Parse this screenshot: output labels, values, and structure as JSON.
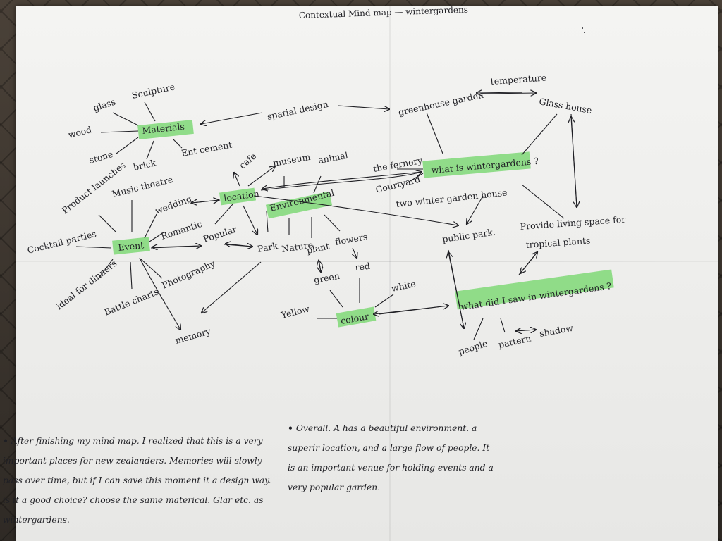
{
  "title": "Contextual Mind map — wintergardens",
  "nodes": {
    "materials": "Materials",
    "glass": "glass",
    "sculpture": "Sculpture",
    "wood": "wood",
    "stone": "stone",
    "brick": "brick",
    "cement": "Ent cement",
    "spatial_design": "spatial design",
    "greenhouse_garden": "greenhouse garden",
    "temperature": "temperature",
    "glass_house": "Glass house",
    "what_is": "what is wintergardens ?",
    "fernery": "the fernery",
    "courtyard": "Courtyard",
    "two_wintergardens": "two winter garden house",
    "public_park": "public park.",
    "provide_living": "Provide living space for",
    "tropical_plants": "tropical plants",
    "location": "location",
    "cafe": "cafe",
    "museum": "museum",
    "animal": "animal",
    "environmental": "Environmental",
    "product_launches": "Product launches",
    "music_theatre": "Music theatre",
    "wedding": "wedding",
    "romantic": "Romantic",
    "popular": "Popular",
    "cocktail_parties": "Cocktail parties",
    "event": "Event",
    "park": "Park",
    "nature": "Nature",
    "plant": "plant",
    "flowers": "flowers",
    "green": "green",
    "red": "red",
    "white": "white",
    "yellow": "Yellow",
    "colour": "colour",
    "ideal_dinners": "ideal for dinners",
    "battle_charts": "Battle charts",
    "photography": "Photography",
    "memory": "memory",
    "what_did": "what did I saw in wintergardens ?",
    "people": "people",
    "pattern": "pattern",
    "shadow": "shadow"
  },
  "notes": {
    "left": "After finishing my mind map, I realized that this is a very important places for new zealanders. Memories will slowly pass over time, but if I can save this moment it a design way. is it a good choice? choose the same materical. Glar etc. as wintergardens.",
    "right": "Overall. A has a beautiful environment. a superir location, and a large flow of people. It is an important venue for holding events and a very popular garden."
  },
  "colors": {
    "highlight": "#7fd877",
    "ink": "#1f1f24",
    "paper": "#f0f0ee"
  }
}
